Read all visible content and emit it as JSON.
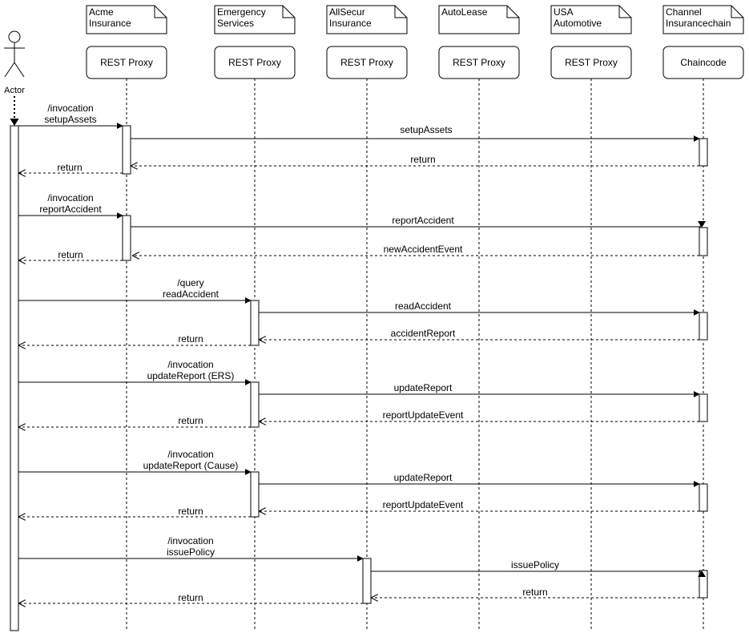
{
  "actor": {
    "label": "Actor"
  },
  "participants": [
    {
      "id": "acme",
      "note": [
        "Acme",
        "Insurance"
      ],
      "box": "REST Proxy"
    },
    {
      "id": "emergency",
      "note": [
        "Emergency",
        "Services"
      ],
      "box": "REST Proxy"
    },
    {
      "id": "allsecur",
      "note": [
        "AllSecur",
        "Insurance"
      ],
      "box": "REST Proxy"
    },
    {
      "id": "autolease",
      "note": [
        "AutoLease"
      ],
      "box": "REST Proxy"
    },
    {
      "id": "usa",
      "note": [
        "USA",
        "Automotive"
      ],
      "box": "REST Proxy"
    },
    {
      "id": "channel",
      "note": [
        "Channel",
        "Insurancechain"
      ],
      "box": "Chaincode"
    }
  ],
  "messages": [
    {
      "from": "actor",
      "to": "acme",
      "label": [
        "/invocation",
        "setupAssets"
      ],
      "kind": "call"
    },
    {
      "from": "acme",
      "to": "channel",
      "label": [
        "setupAssets"
      ],
      "kind": "call"
    },
    {
      "from": "channel",
      "to": "acme",
      "label": [
        "return"
      ],
      "kind": "return"
    },
    {
      "from": "acme",
      "to": "actor",
      "label": [
        "return"
      ],
      "kind": "return"
    },
    {
      "from": "actor",
      "to": "acme",
      "label": [
        "/invocation",
        "reportAccident"
      ],
      "kind": "call"
    },
    {
      "from": "acme",
      "to": "channel",
      "label": [
        "reportAccident"
      ],
      "kind": "call"
    },
    {
      "from": "channel",
      "to": "acme",
      "label": [
        "newAccidentEvent"
      ],
      "kind": "return"
    },
    {
      "from": "acme",
      "to": "actor",
      "label": [
        "return"
      ],
      "kind": "return"
    },
    {
      "from": "actor",
      "to": "emergency",
      "label": [
        "/query",
        "readAccident"
      ],
      "kind": "call"
    },
    {
      "from": "emergency",
      "to": "channel",
      "label": [
        "readAccident"
      ],
      "kind": "call"
    },
    {
      "from": "channel",
      "to": "emergency",
      "label": [
        "accidentReport"
      ],
      "kind": "return"
    },
    {
      "from": "emergency",
      "to": "actor",
      "label": [
        "return"
      ],
      "kind": "return"
    },
    {
      "from": "actor",
      "to": "emergency",
      "label": [
        "/invocation",
        "updateReport (ERS)"
      ],
      "kind": "call"
    },
    {
      "from": "emergency",
      "to": "channel",
      "label": [
        "updateReport"
      ],
      "kind": "call"
    },
    {
      "from": "channel",
      "to": "emergency",
      "label": [
        "reportUpdateEvent"
      ],
      "kind": "return"
    },
    {
      "from": "emergency",
      "to": "actor",
      "label": [
        "return"
      ],
      "kind": "return"
    },
    {
      "from": "actor",
      "to": "emergency",
      "label": [
        "/invocation",
        "updateReport (Cause)"
      ],
      "kind": "call"
    },
    {
      "from": "emergency",
      "to": "channel",
      "label": [
        "updateReport"
      ],
      "kind": "call"
    },
    {
      "from": "channel",
      "to": "emergency",
      "label": [
        "reportUpdateEvent"
      ],
      "kind": "return"
    },
    {
      "from": "emergency",
      "to": "actor",
      "label": [
        "return"
      ],
      "kind": "return"
    },
    {
      "from": "actor",
      "to": "allsecur",
      "label": [
        "/invocation",
        "issuePolicy"
      ],
      "kind": "call"
    },
    {
      "from": "allsecur",
      "to": "channel",
      "label": [
        "issuePolicy"
      ],
      "kind": "call"
    },
    {
      "from": "channel",
      "to": "allsecur",
      "label": [
        "return"
      ],
      "kind": "return"
    },
    {
      "from": "allsecur",
      "to": "actor",
      "label": [
        "return"
      ],
      "kind": "return"
    }
  ],
  "colors": {
    "line": "#000000",
    "activation_border_muted": "#808080"
  }
}
